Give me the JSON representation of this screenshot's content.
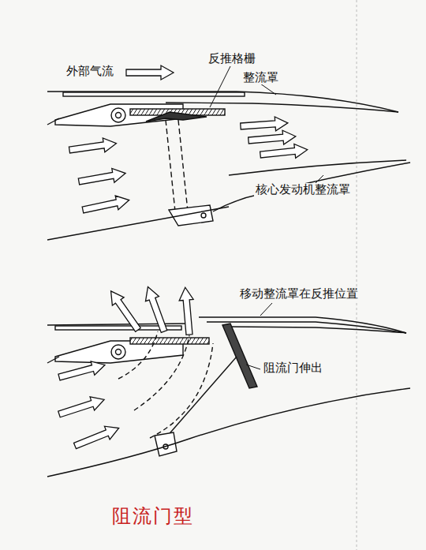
{
  "diagram": {
    "caption": "阻流门型",
    "labels": [
      "外部气流",
      "反推格栅",
      "整流罩",
      "核心发动机整流罩",
      "移动整流罩在反推位置",
      "阻流门伸出"
    ]
  }
}
